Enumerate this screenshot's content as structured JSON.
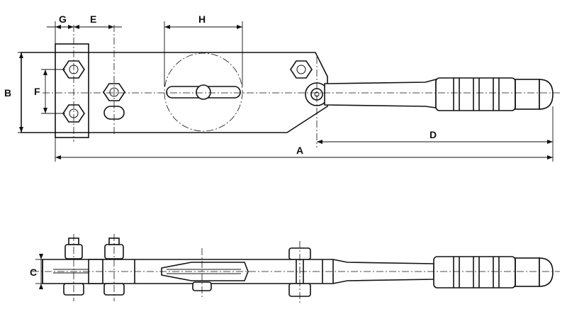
{
  "drawing": {
    "dimensions": {
      "A": "A",
      "B": "B",
      "C": "C",
      "D": "D",
      "E": "E",
      "F": "F",
      "G": "G",
      "H": "H"
    }
  }
}
